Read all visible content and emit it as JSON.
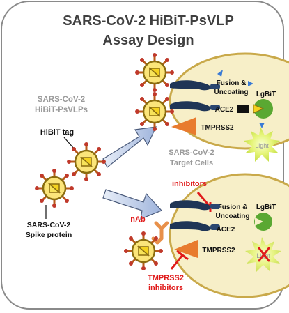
{
  "title": {
    "line1": "SARS-CoV-2 HiBiT-PsVLP",
    "line2": "Assay Design"
  },
  "left_label": {
    "line1": "SARS-CoV-2",
    "line2": "HiBiT-PsVLPs"
  },
  "hibit_label": "HiBiT tag",
  "spike_label": {
    "line1": "SARS-CoV-2",
    "line2": "Spike protein"
  },
  "target_label": {
    "line1": "SARS-CoV-2",
    "line2": "Target Cells"
  },
  "top_cell": {
    "fusion_line1": "Fusion &",
    "fusion_line2": "Uncoating",
    "lgbit": "LgBiT",
    "ace2": "ACE2",
    "tmprss2": "TMPRSS2",
    "light": "Light"
  },
  "bottom_cell": {
    "inhibitors": "inhibitors",
    "fusion_line1": "Fusion &",
    "fusion_line2": "Uncoating",
    "lgbit": "LgBiT",
    "ace2": "ACE2",
    "tmprss2": "TMPRSS2",
    "light": "Light",
    "nab": "nAb",
    "tmprss2_inhib_line1": "TMPRSS2",
    "tmprss2_inhib_line2": "inhibitors"
  },
  "colors": {
    "frame_border": "#8a8a8a",
    "cell_fill": "#f7efc8",
    "cell_border": "#c9a94a",
    "virus_yellow": "#f4d21f",
    "virus_border": "#8a6d10",
    "spike_red": "#c0392b",
    "receptor_navy": "#1f3556",
    "tmprss2_orange": "#e87b2e",
    "lgbit_green": "#5aa832",
    "arrow_blue": "#b8c8e6",
    "inhibitor_red": "#e01b1b",
    "nab_orange": "#e8904a"
  }
}
